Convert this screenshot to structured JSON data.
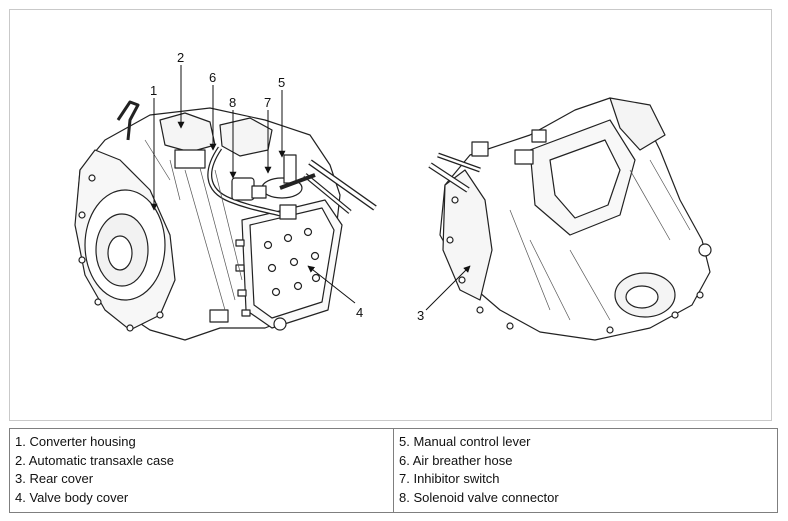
{
  "callouts": {
    "c1": "1",
    "c2": "2",
    "c3": "3",
    "c4": "4",
    "c5": "5",
    "c6": "6",
    "c7": "7",
    "c8": "8"
  },
  "legend": {
    "left": [
      "1. Converter housing",
      "2. Automatic transaxle case",
      "3. Rear cover",
      "4. Valve body cover"
    ],
    "right": [
      "5. Manual control lever",
      "6. Air breather hose",
      "7. Inhibitor switch",
      "8. Solenoid valve connector"
    ]
  }
}
